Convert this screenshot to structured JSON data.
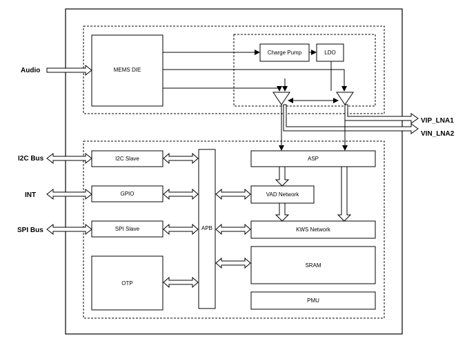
{
  "external": {
    "audio": "Audio",
    "i2c_bus": "I2C Bus",
    "int": "INT",
    "spi_bus": "SPI Bus",
    "vip_lna1": "VIP_LNA1",
    "vin_lna2": "VIN_LNA2"
  },
  "blocks": {
    "mems_die": "MEMS DIE",
    "charge_pump": "Charge Pump",
    "ldo": "LDO",
    "i2c_slave": "I2C Slave",
    "gpio": "GPIO",
    "spi_slave": "SPI Slave",
    "otp": "OTP",
    "apb": "APB",
    "asp": "ASP",
    "vad_network": "VAD Network",
    "kws_network": "KWS Network",
    "sram": "SRAM",
    "pmu": "PMU"
  }
}
